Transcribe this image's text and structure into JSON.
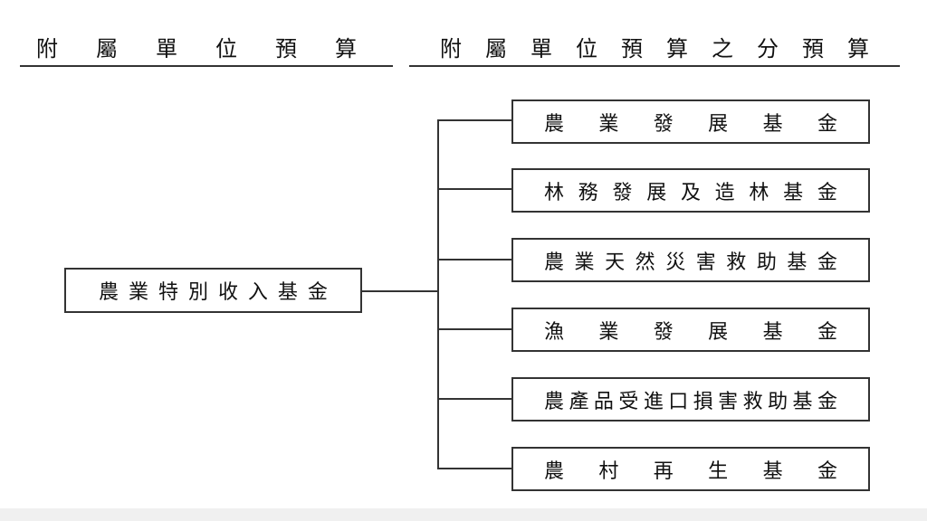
{
  "header": {
    "left_title": "附屬單位預算",
    "right_title": "附屬單位預算之分預算"
  },
  "root": {
    "label": "農業特別收入基金"
  },
  "children": [
    {
      "label": "農業發展基金"
    },
    {
      "label": "林務發展及造林基金"
    },
    {
      "label": "農業天然災害救助基金"
    },
    {
      "label": "漁業發展基金"
    },
    {
      "label": "農產品受進口損害救助基金"
    },
    {
      "label": "農村再生基金"
    }
  ]
}
